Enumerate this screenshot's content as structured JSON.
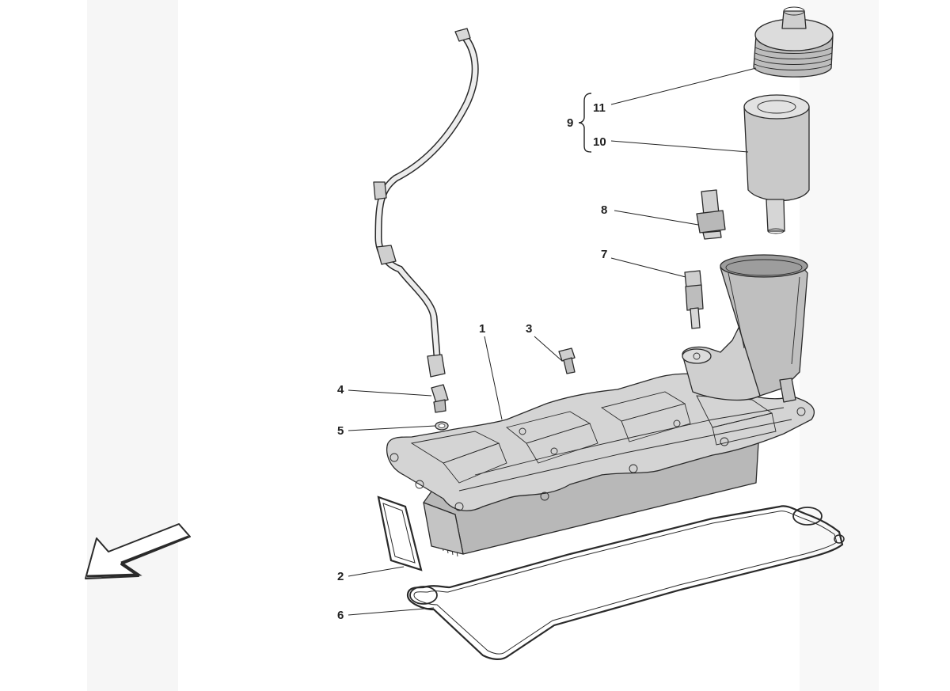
{
  "callouts": {
    "c1": "1",
    "c2": "2",
    "c3": "3",
    "c4": "4",
    "c5": "5",
    "c6": "6",
    "c7": "7",
    "c8": "8",
    "c9": "9",
    "c10": "10",
    "c11": "11"
  },
  "colors": {
    "part_fill": "#d4d4d4",
    "part_shade": "#a9a9a9",
    "part_light": "#ececec",
    "outline": "#2a2a2a",
    "background": "#ffffff"
  },
  "icons": {
    "direction_arrow": "front-direction-arrow-icon"
  }
}
